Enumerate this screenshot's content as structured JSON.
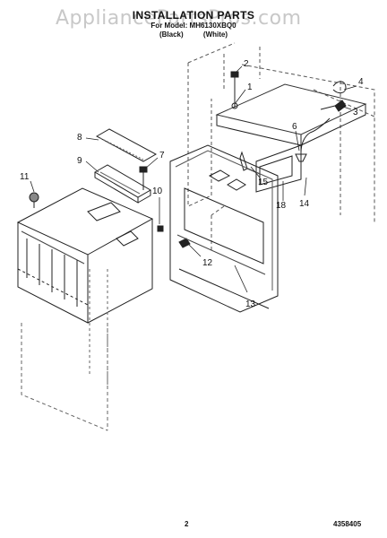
{
  "watermark": "AppliancePartsPros.com",
  "header": {
    "title": "INSTALLATION PARTS",
    "subtitle": "For Model: MH6130XBQ0",
    "variants": [
      "(Black)",
      "(White)"
    ]
  },
  "callouts": [
    "1",
    "2",
    "3",
    "4",
    "6",
    "7",
    "8",
    "9",
    "10",
    "11",
    "12",
    "13",
    "14",
    "15",
    "18"
  ],
  "footer": {
    "page_number": "2",
    "doc_number": "4358405"
  }
}
